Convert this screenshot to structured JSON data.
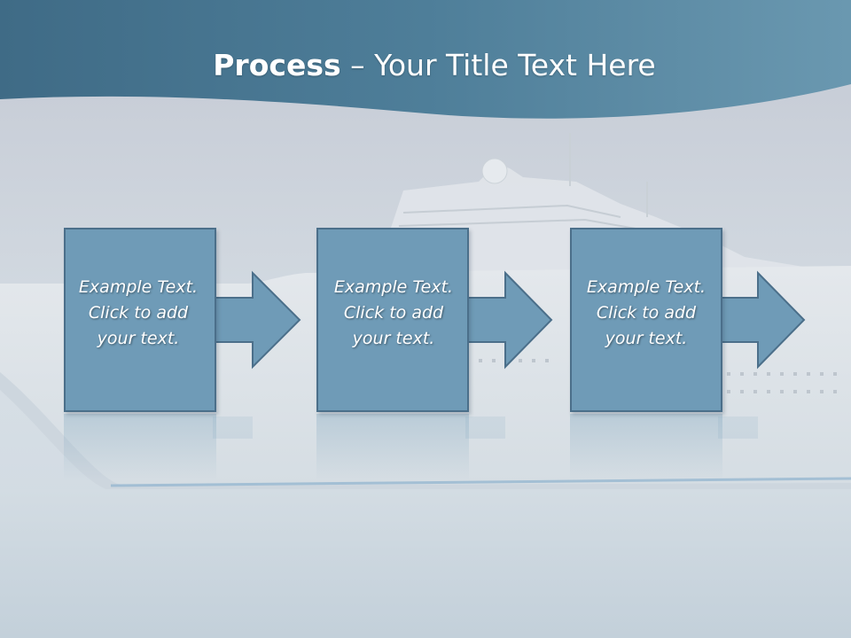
{
  "header": {
    "title_bold": "Process",
    "title_rest": " – Your Title Text Here"
  },
  "steps": [
    {
      "lines": [
        "Example Text.",
        "Click  to add",
        "your text."
      ]
    },
    {
      "lines": [
        "Example Text.",
        "Click  to add",
        "your text."
      ]
    },
    {
      "lines": [
        "Example Text.",
        "Click  to add",
        "your text."
      ]
    }
  ],
  "colors": {
    "header_band": "#4f7f99",
    "box_fill": "#6f9bb7",
    "box_border": "#4b6f8a",
    "text": "#ffffff"
  }
}
